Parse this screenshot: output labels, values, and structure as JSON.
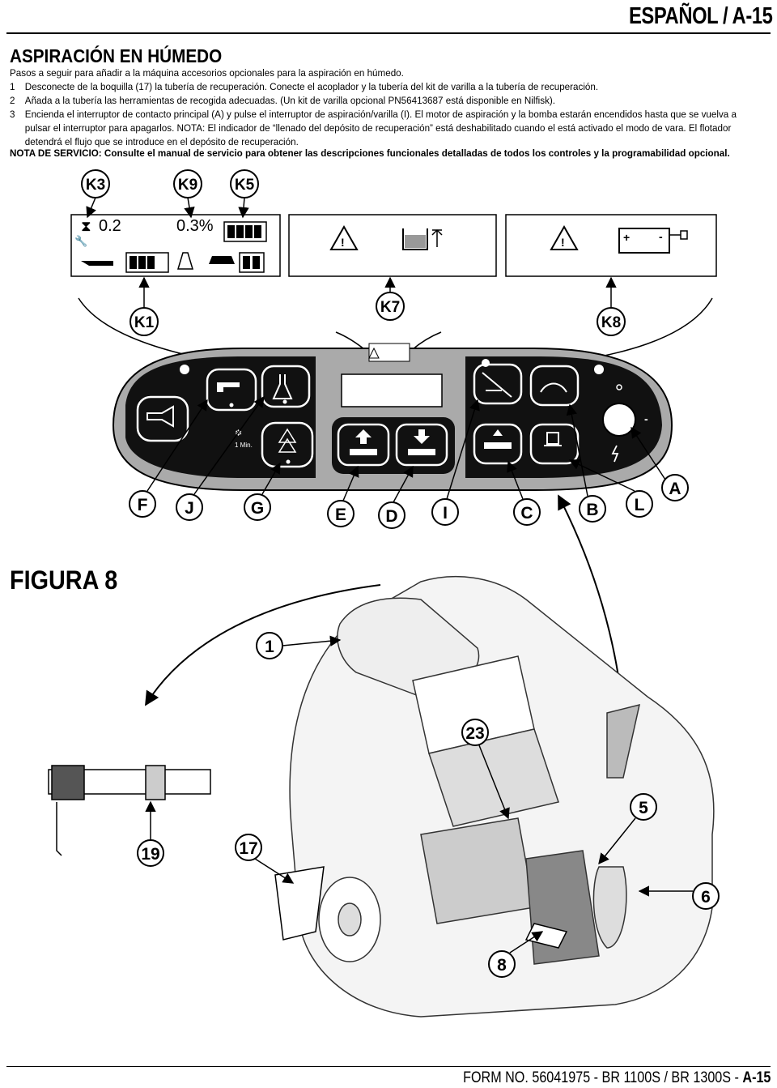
{
  "header": {
    "title": "ESPAÑOL / A-15"
  },
  "section": {
    "title": "ASPIRACIÓN EN HÚMEDO",
    "intro": "Pasos a seguir para añadir a la máquina accesorios opcionales para la aspiración en húmedo.",
    "steps": [
      {
        "num": "1",
        "lines": [
          "Desconecte de la boquilla (17) la tubería de recuperación.  Conecte el acoplador y la tubería del kit de varilla a la tubería de recuperación."
        ]
      },
      {
        "num": "2",
        "lines": [
          "Añada a la tubería las herramientas de recogida adecuadas.  (Un kit de varilla opcional PN56413687 está disponible en Nilfisk)."
        ]
      },
      {
        "num": "3",
        "lines": [
          "Encienda el interruptor de contacto principal (A) y pulse el interruptor de aspiración/varilla  (I). El motor de aspiración y la bomba estarán encendidos hasta que se vuelva a",
          "pulsar el interruptor para apagarlos.  NOTA:  El indicador de “llenado del depósito de recuperación” está deshabilitado cuando el está activado el modo de vara. El flotador",
          "detendrá el flujo que se introduce en el depósito de recuperación."
        ]
      }
    ],
    "service_note": "NOTA DE SERVICIO: Consulte el manual de servicio  para obtener las descripciones funcionales detalladas de todos los controles y la programabilidad opcional."
  },
  "figure": {
    "title": "FIGURA 8",
    "display_labels": [
      "K3",
      "K9",
      "K5",
      "K1",
      "K7",
      "K8"
    ],
    "display_values": {
      "k3_value": "0.2",
      "k9_value": "0.3%",
      "icon_warning": "!",
      "battery_plus": "+",
      "battery_minus": "-"
    },
    "panel_labels": [
      "F",
      "J",
      "G",
      "E",
      "D",
      "I",
      "C",
      "B",
      "L",
      "A"
    ],
    "panel_text": {
      "one_min": "1 Min.",
      "minus": "-"
    },
    "machine_labels": [
      "1",
      "23",
      "5",
      "19",
      "17",
      "6",
      "8"
    ]
  },
  "footer": {
    "text": "FORM NO. 56041975 - BR 1100S / BR 1300S - ",
    "page": "A-15"
  }
}
